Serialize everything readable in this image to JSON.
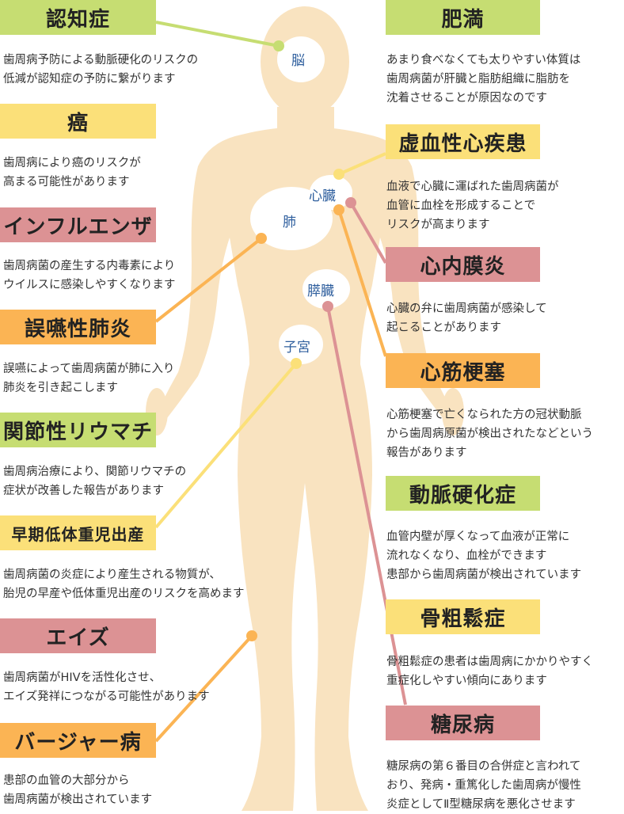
{
  "organs": {
    "brain": "脳",
    "heart": "心臓",
    "lung": "肺",
    "pancreas": "膵臓",
    "uterus": "子宮"
  },
  "diseases": {
    "dementia": {
      "title": "認知症",
      "lines": [
        "歯周病予防による動脈硬化のリスクの",
        "低減が認知症の予防に繋がります"
      ]
    },
    "cancer": {
      "title": "癌",
      "lines": [
        "歯周病により癌のリスクが",
        "高まる可能性があります"
      ]
    },
    "influenza": {
      "title": "インフルエンザ",
      "lines": [
        "歯周病菌の産生する内毒素により",
        "ウイルスに感染しやすくなります"
      ]
    },
    "aspiration_pneumonia": {
      "title": "誤嚥性肺炎",
      "lines": [
        "誤嚥によって歯周病菌が肺に入り",
        "肺炎を引き起こします"
      ]
    },
    "rheumatoid_arthritis": {
      "title": "関節性リウマチ",
      "lines": [
        "歯周病治療により、関節リウマチの",
        "症状が改善した報告があります"
      ]
    },
    "preterm_birth": {
      "title": "早期低体重児出産",
      "lines": [
        "歯周病菌の炎症により産生される物質が、",
        "胎児の早産や低体重児出産のリスクを高めます"
      ]
    },
    "aids": {
      "title": "エイズ",
      "lines": [
        "歯周病菌がHIVを活性化させ、",
        "エイズ発祥につながる可能性があります"
      ]
    },
    "buerger": {
      "title": "バージャー病",
      "lines": [
        "患部の血管の大部分から",
        "歯周病菌が検出されています"
      ]
    },
    "obesity": {
      "title": "肥満",
      "lines": [
        "あまり食べなくても太りやすい体質は",
        "歯周病菌が肝臓と脂肪組織に脂肪を",
        "沈着させることが原因なのです"
      ]
    },
    "ischemic_heart": {
      "title": "虚血性心疾患",
      "lines": [
        "血液で心臓に運ばれた歯周病菌が",
        "血管に血栓を形成することで",
        "リスクが高まります"
      ]
    },
    "endocarditis": {
      "title": "心内膜炎",
      "lines": [
        "心臓の弁に歯周病菌が感染して",
        "起こることがあります"
      ]
    },
    "myocardial_infarction": {
      "title": "心筋梗塞",
      "lines": [
        "心筋梗塞で亡くなられた方の冠状動脈",
        "から歯周病原菌が検出されたなどという",
        "報告があります"
      ]
    },
    "arteriosclerosis": {
      "title": "動脈硬化症",
      "lines": [
        "血管内壁が厚くなって血液が正常に",
        "流れなくなり、血栓ができます",
        "患部から歯周病菌が検出されています"
      ]
    },
    "osteoporosis": {
      "title": "骨粗鬆症",
      "lines": [
        "骨粗鬆症の患者は歯周病にかかりやすく",
        "重症化しやすい傾向にあります"
      ]
    },
    "diabetes": {
      "title": "糖尿病",
      "lines": [
        "糖尿病の第６番目の合併症と言われて",
        "おり、発病・重篤化した歯周病が慢性",
        "炎症としてⅡ型糖尿病を悪化させます"
      ]
    }
  },
  "colors": {
    "green": "#c6dd72",
    "yellow": "#fbe079",
    "orange": "#fbb454",
    "pink": "#dc9294",
    "body": "#f9e3c0",
    "organ_text": "#2f5f9e"
  }
}
